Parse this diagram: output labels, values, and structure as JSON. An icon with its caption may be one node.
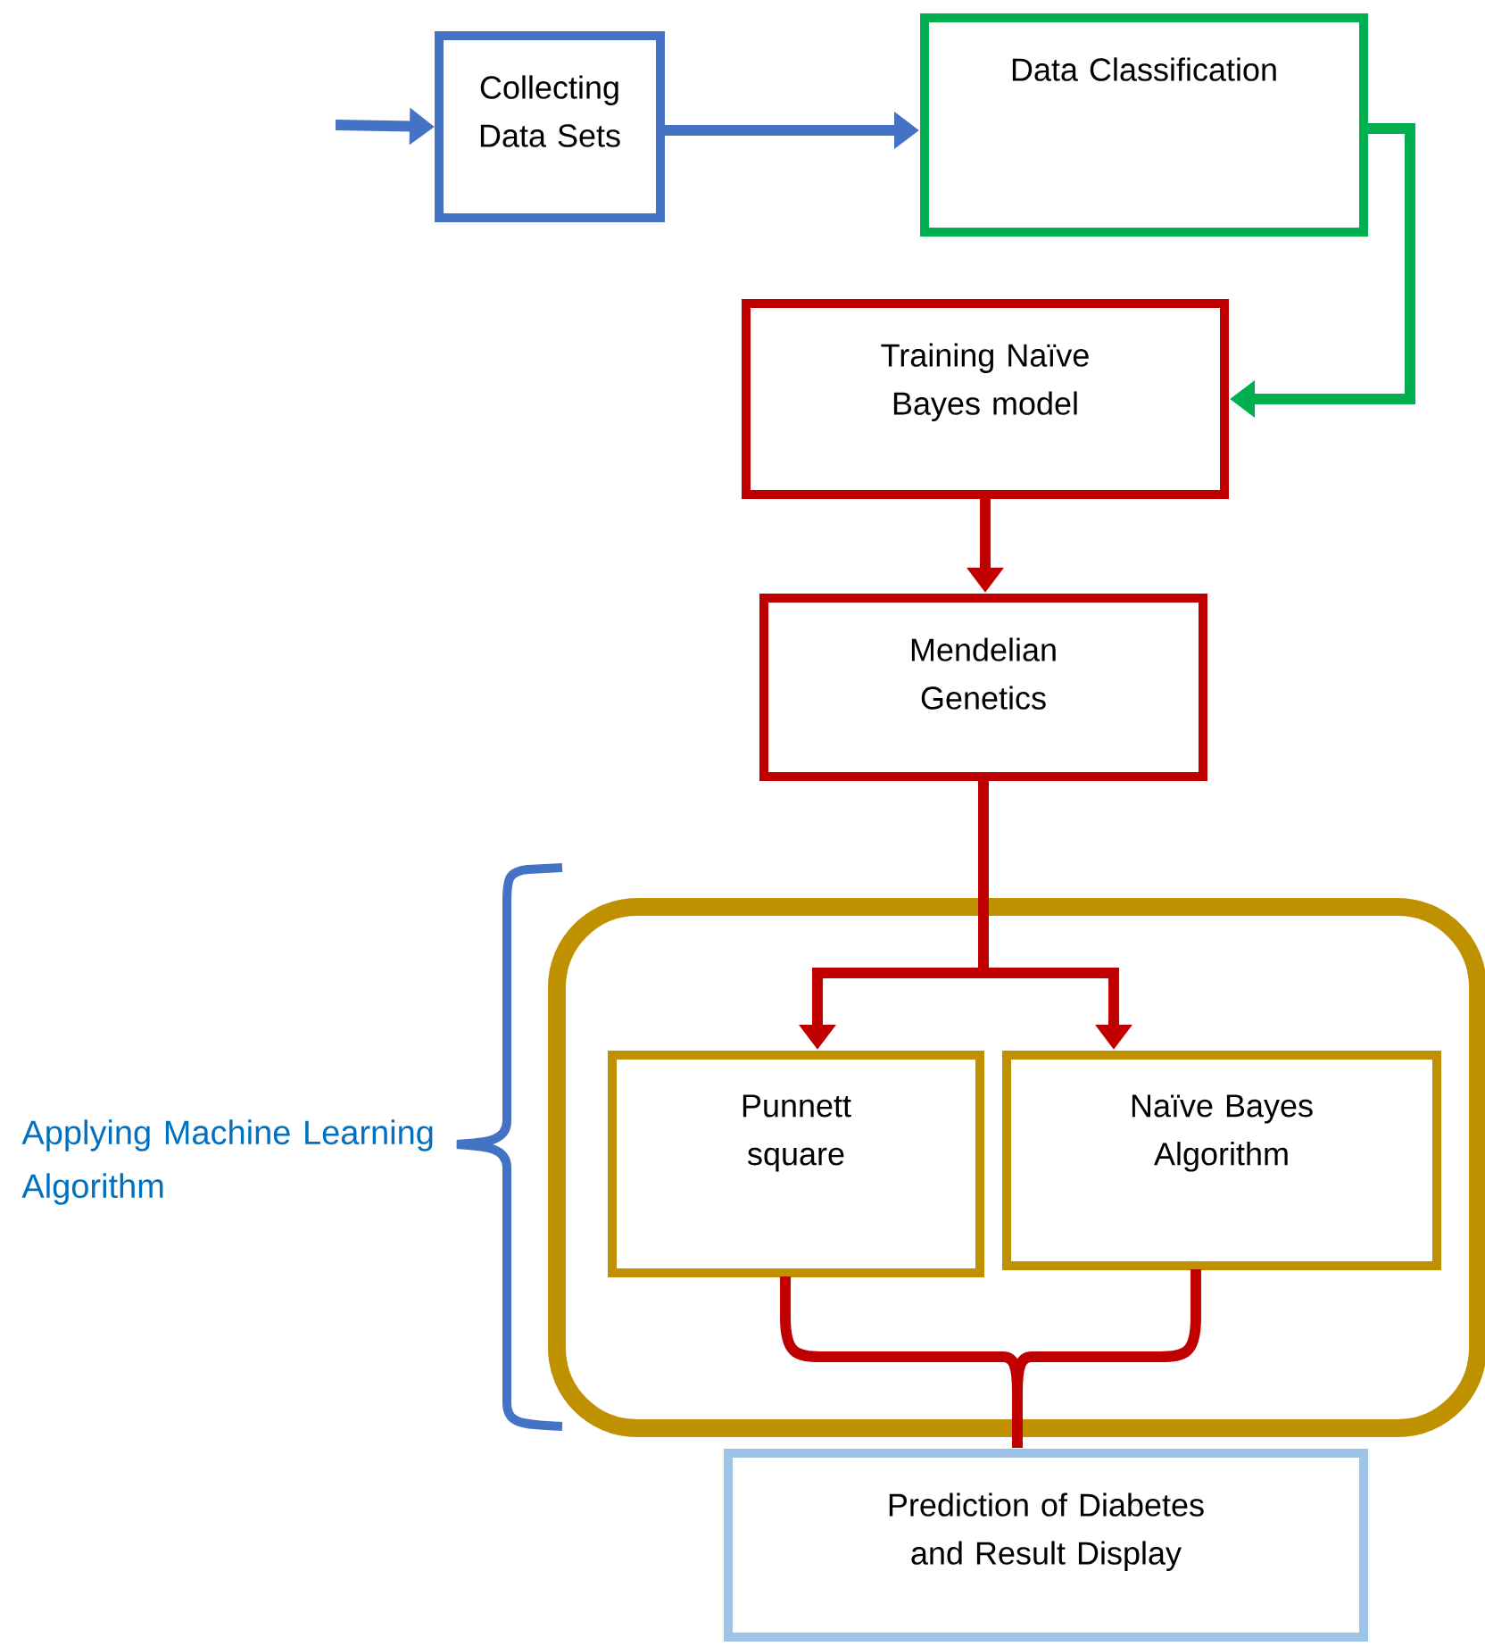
{
  "diagram": {
    "nodes": [
      {
        "text": [
          "Collecting Data Sets"
        ]
      },
      {
        "text": [
          "Data Classification"
        ]
      },
      {
        "text": [
          "Training Naïve Bayes model"
        ]
      },
      {
        "text": [
          "Mendelian Genetics"
        ]
      },
      {
        "text": [],
        "shape": "box"
      },
      {
        "text": [
          "Punnett square"
        ],
        "in": 4
      },
      {
        "text": [
          "Naïve Bayes Algorithm"
        ],
        "in": 4
      },
      {
        "text": [
          "Prediction of Diabetes and Result Display"
        ]
      }
    ],
    "edges": [
      {
        "from": null,
        "to": 0,
        "arrow": "to",
        "color": "#4472c4"
      },
      {
        "from": 0,
        "to": 1,
        "arrow": "to",
        "color": "#4472c4"
      },
      {
        "from": 1,
        "to": 2,
        "arrow": "to",
        "color": "#00b050"
      },
      {
        "from": 2,
        "to": 3,
        "arrow": "to"
      },
      {
        "from": 3,
        "to": 5,
        "arrow": "to"
      },
      {
        "from": 3,
        "to": 6,
        "arrow": "to"
      },
      {
        "from": 5,
        "to": 7,
        "arrow": "none"
      },
      {
        "from": 6,
        "to": 7,
        "arrow": "none"
      }
    ],
    "labels": [
      "Applying Machine Learning Algorithm"
    ]
  }
}
